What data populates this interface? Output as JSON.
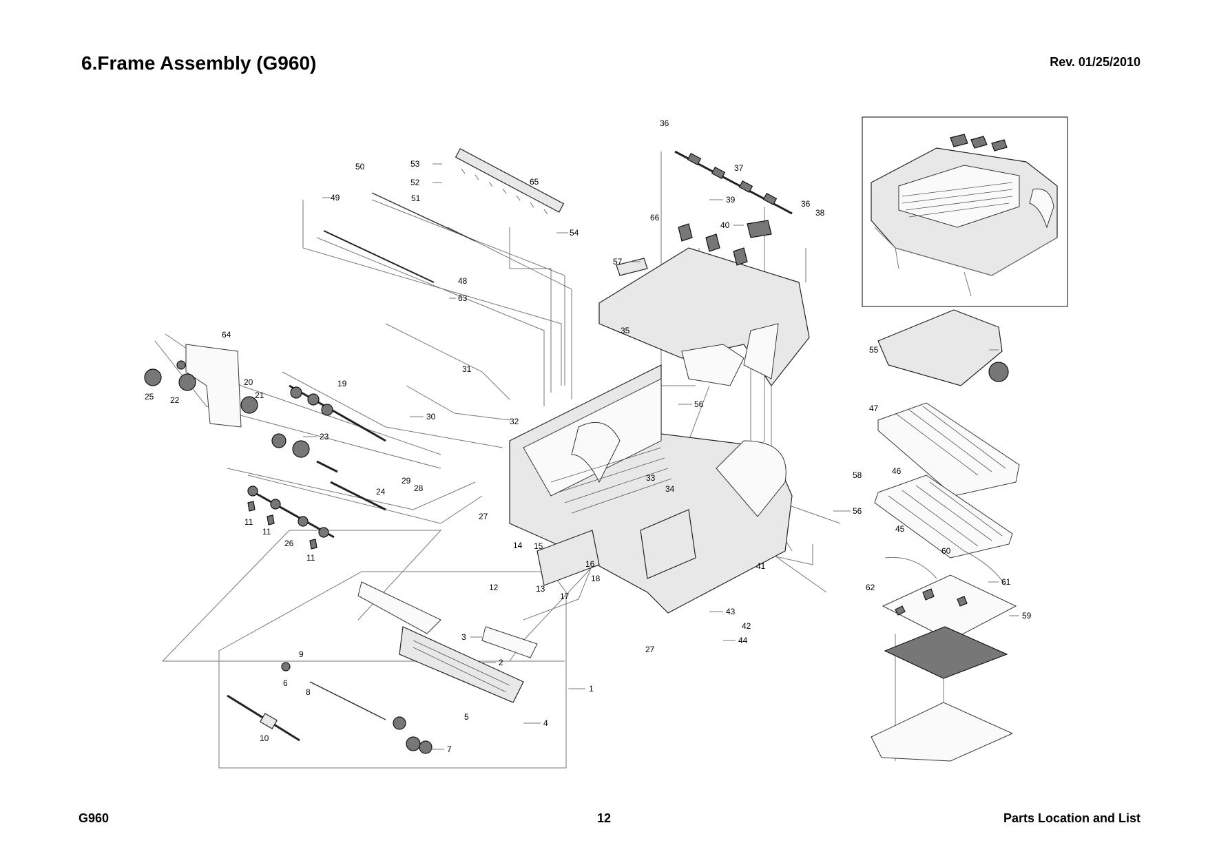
{
  "header": {
    "title": "6.Frame Assembly (G960)",
    "revision": "Rev. 01/25/2010"
  },
  "footer": {
    "model": "G960",
    "page_number": "12",
    "section": "Parts Location and List"
  },
  "callouts": {
    "c1": "1",
    "c2": "2",
    "c3": "3",
    "c4": "4",
    "c5": "5",
    "c6": "6",
    "c7": "7",
    "c8": "8",
    "c9": "9",
    "c10": "10",
    "c11a": "11",
    "c11b": "11",
    "c11c": "11",
    "c12": "12",
    "c13": "13",
    "c14": "14",
    "c15": "15",
    "c16": "16",
    "c17": "17",
    "c18": "18",
    "c19": "19",
    "c20": "20",
    "c21": "21",
    "c22": "22",
    "c23": "23",
    "c24": "24",
    "c25": "25",
    "c26": "26",
    "c27a": "27",
    "c27b": "27",
    "c28": "28",
    "c29": "29",
    "c30": "30",
    "c31": "31",
    "c32": "32",
    "c33": "33",
    "c34": "34",
    "c35": "35",
    "c36a": "36",
    "c36b": "36",
    "c37": "37",
    "c38": "38",
    "c39": "39",
    "c40": "40",
    "c41": "41",
    "c42": "42",
    "c43": "43",
    "c44": "44",
    "c45": "45",
    "c46": "46",
    "c47": "47",
    "c48": "48",
    "c49": "49",
    "c50": "50",
    "c51": "51",
    "c52": "52",
    "c53": "53",
    "c54": "54",
    "c55": "55",
    "c56a": "56",
    "c56b": "56",
    "c57": "57",
    "c58": "58",
    "c59": "59",
    "c60": "60",
    "c61": "61",
    "c62": "62",
    "c63": "63",
    "c64": "64",
    "c65": "65",
    "c66": "66"
  }
}
